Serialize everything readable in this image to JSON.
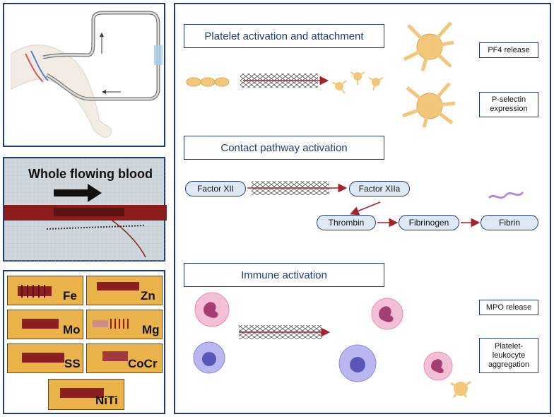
{
  "photo": {
    "caption": "Whole flowing blood"
  },
  "metals": [
    "Fe",
    "Zn",
    "Mo",
    "Mg",
    "SS",
    "CoCr",
    "NiTi"
  ],
  "sections": {
    "platelet": {
      "title": "Platelet activation and attachment",
      "labels": [
        "PF4 release",
        "P-selectin expression"
      ]
    },
    "contact": {
      "title": "Contact pathway activation",
      "nodes": [
        "Factor XII",
        "Factor XIIa",
        "Thrombin",
        "Fibrinogen",
        "Fibrin"
      ]
    },
    "immune": {
      "title": "Immune activation",
      "labels": [
        "MPO release",
        "Platelet-leukocyte aggregation"
      ]
    }
  },
  "colors": {
    "border": "#1f3b73",
    "arrow": "#a3222b",
    "pill": "#dfe9f5",
    "platelet": "#f2c77a",
    "neutrophil": "#f3bfd6",
    "monocyte": "#b9b6f0"
  }
}
